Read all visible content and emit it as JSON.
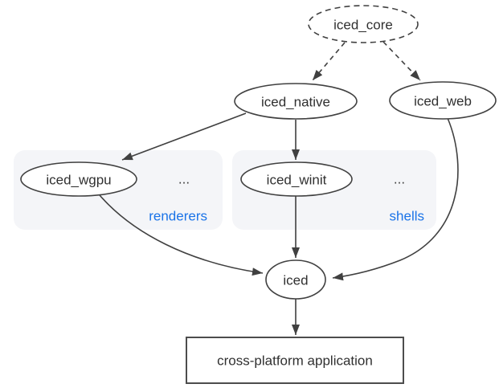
{
  "diagram": {
    "nodes": {
      "core": {
        "label": "iced_core"
      },
      "native": {
        "label": "iced_native"
      },
      "web": {
        "label": "iced_web"
      },
      "wgpu": {
        "label": "iced_wgpu"
      },
      "winit": {
        "label": "iced_winit"
      },
      "iced": {
        "label": "iced"
      },
      "app": {
        "label": "cross-platform application"
      }
    },
    "groups": {
      "renderers": {
        "label": "renderers",
        "ellipsis": "..."
      },
      "shells": {
        "label": "shells",
        "ellipsis": "..."
      }
    },
    "edges": [
      {
        "from": "iced_core",
        "to": "iced_native",
        "style": "dashed"
      },
      {
        "from": "iced_core",
        "to": "iced_web",
        "style": "dashed"
      },
      {
        "from": "iced_native",
        "to": "iced_wgpu",
        "style": "solid"
      },
      {
        "from": "iced_native",
        "to": "iced_winit",
        "style": "solid"
      },
      {
        "from": "iced_wgpu",
        "to": "iced",
        "style": "solid"
      },
      {
        "from": "iced_winit",
        "to": "iced",
        "style": "solid"
      },
      {
        "from": "iced_web",
        "to": "iced",
        "style": "solid"
      },
      {
        "from": "iced",
        "to": "cross-platform application",
        "style": "solid"
      }
    ],
    "colors": {
      "background": "#ffffff",
      "node_stroke": "#404040",
      "node_fill": "#ffffff",
      "edge": "#404040",
      "text": "#303030",
      "group_fill": "#f4f5f8",
      "group_label": "#1a73e8"
    }
  }
}
